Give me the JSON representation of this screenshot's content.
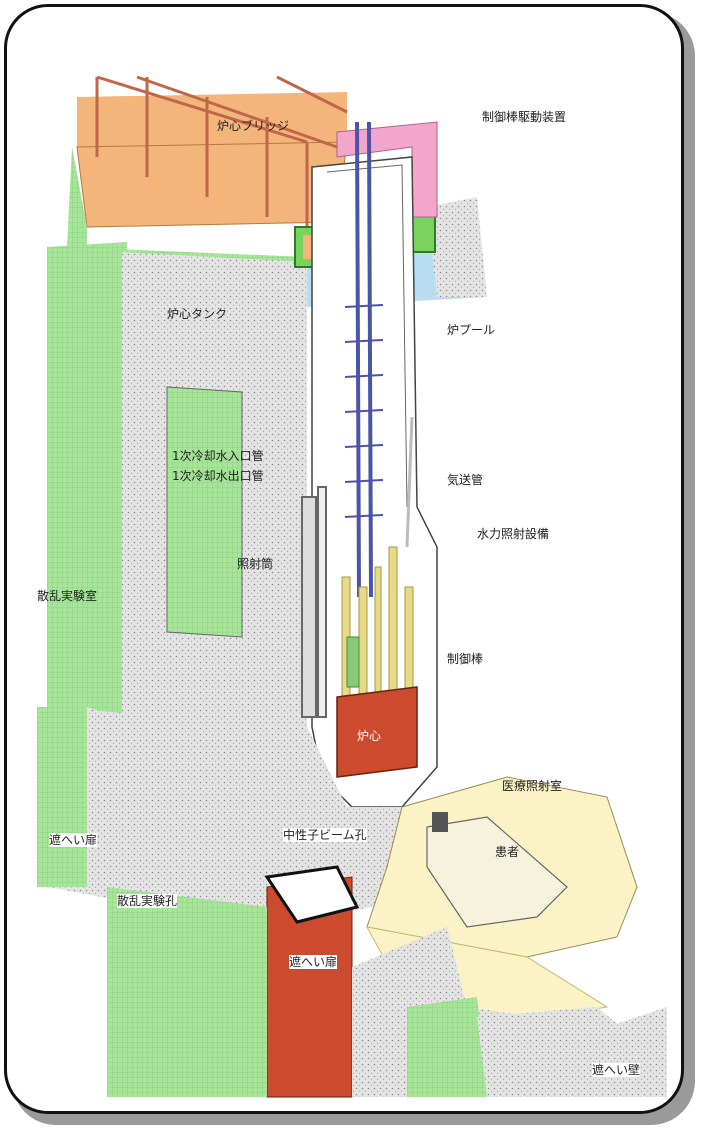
{
  "labels": {
    "core_bridge": "炉心ブリッジ",
    "control_rod_drive": "制御棒駆動装置",
    "core_tank": "炉心タンク",
    "reactor_pool": "炉プール",
    "primary_coolant_inlet": "1次冷却水入口管",
    "primary_coolant_outlet": "1次冷却水出口管",
    "pneumatic_tube": "気送管",
    "hydraulic_irradiation": "水力照射設備",
    "irradiation_tube": "照射筒",
    "scattering_room": "散乱実験室",
    "control_rod": "制御棒",
    "core": "炉心",
    "medical_room": "医療照射室",
    "shield_door_left": "遮へい扉",
    "neutron_beam_hole": "中性子ビーム孔",
    "patient": "患者",
    "scattering_hole": "散乱実験孔",
    "shield_door_bottom": "遮へい扉",
    "shield_wall": "遮へい壁"
  },
  "colors": {
    "bridge": "#f4b57a",
    "wall_green": "#a6e59a",
    "concrete": "#dcdcdc",
    "water": "#b8ddf2",
    "drive": "#f2a6cc",
    "core_red": "#cc4a2e",
    "room_yellow": "#fbf3c6",
    "rod_yellow": "#e6d98a",
    "blue_rod": "#4a55a8"
  }
}
